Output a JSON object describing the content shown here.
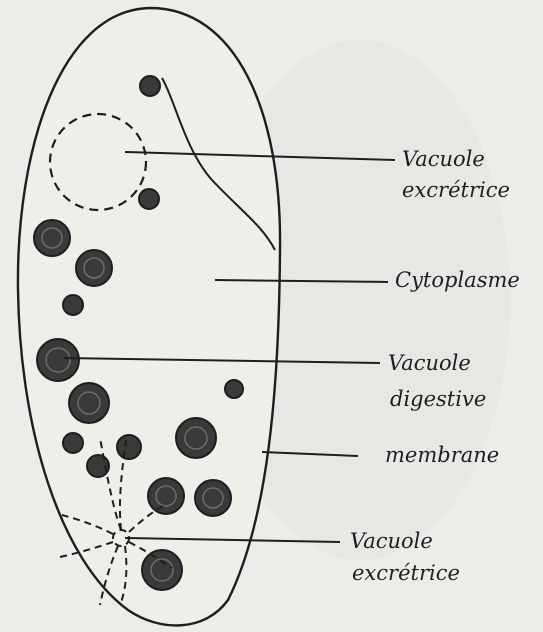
{
  "labels": {
    "excretory_vacuole_top": [
      "Vacuole",
      "excrétrice"
    ],
    "cytoplasm": "Cytoplasme",
    "digestive_vacuole": [
      "Vacuole",
      "digestive"
    ],
    "membrane": "membrane",
    "excretory_vacuole_bottom": [
      "Vacuole",
      "excrétrice"
    ]
  },
  "colors": {
    "paper": "#ecece8",
    "ink": "#1e1e1e",
    "vacuole_fill": "#3a3a3a"
  }
}
